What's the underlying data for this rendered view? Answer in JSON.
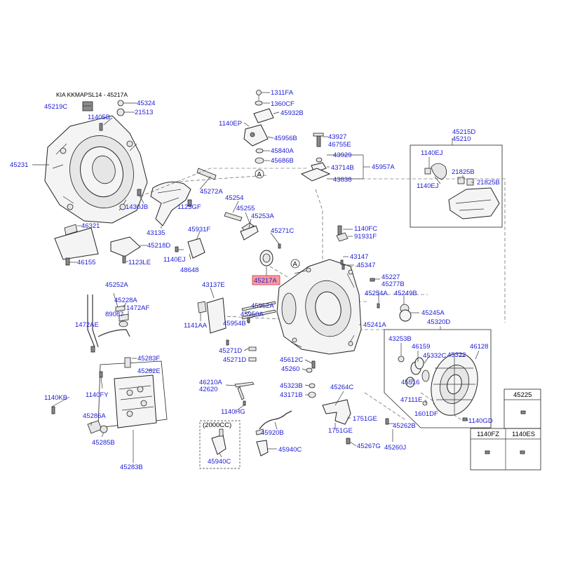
{
  "diagram": {
    "title": "KIA KKMAPSL14 - 45217A",
    "highlight_label": "45217A",
    "labels": {
      "l45324": "45324",
      "l45219C": "45219C",
      "l21513": "21513",
      "l11405B": "11405B",
      "l45231": "45231",
      "l1430JB": "1430JB",
      "l1123GF": "1123GF",
      "l45272A": "45272A",
      "l43135": "43135",
      "l46321": "46321",
      "l45218D": "45218D",
      "l46155": "46155",
      "l1123LE": "1123LE",
      "l1311FA": "1311FA",
      "l1360CF": "1360CF",
      "l45932B": "45932B",
      "l1140EP": "1140EP",
      "l45956B": "45956B",
      "l45840A": "45840A",
      "l45686B": "45686B",
      "l43927": "43927",
      "l46755E": "46755E",
      "l43929": "43929",
      "l43714B": "43714B",
      "l45957A": "45957A",
      "l43838": "43838",
      "l45254": "45254",
      "l45255": "45255",
      "l45253A": "45253A",
      "l45271C": "45271C",
      "l1140FC": "1140FC",
      "l91931F": "91931F",
      "l45931F": "45931F",
      "l1140EJ_a": "1140EJ",
      "l48648": "48648",
      "l43147": "43147",
      "l45347": "45347",
      "l45227": "45227",
      "l45277B": "45277B",
      "l43137E": "43137E",
      "l45254A": "45254A",
      "l45249B": "45249B",
      "l45245A": "45245A",
      "l45252A": "45252A",
      "l45228A": "45228A",
      "l89087": "89087",
      "l1472AF": "1472AF",
      "l1472AE": "1472AE",
      "l1141AA": "1141AA",
      "l45952A": "45952A",
      "l45950A": "45950A",
      "l45954B": "45954B",
      "l45241A": "45241A",
      "l45283F": "45283F",
      "l45282E": "45282E",
      "l45271D_a": "45271D",
      "l45271D_b": "45271D",
      "l45612C": "45612C",
      "l45260": "45260",
      "l1140KB": "1140KB",
      "l1140FY": "1140FY",
      "l46210A": "46210A",
      "l42620": "42620",
      "l45323B": "45323B",
      "l43171B": "43171B",
      "l45264C": "45264C",
      "l45286A": "45286A",
      "l45285B": "45285B",
      "l1140HG": "1140HG",
      "l45920B": "45920B",
      "l1751GE_a": "1751GE",
      "l1751GE_b": "1751GE",
      "l45262B": "45262B",
      "l45940C_a": "45940C",
      "l45940C_b": "45940C",
      "l45267G": "45267G",
      "l45260J": "45260J",
      "l45283B": "45283B",
      "l2000CC": "(2000CC)",
      "l45215D": "45215D",
      "l45210": "45210",
      "l1140EJ_b": "1140EJ",
      "l1140EJ_c": "1140EJ",
      "l21825B_a": "21825B",
      "l21825B_b": "21825B",
      "l45320D": "45320D",
      "l43253B": "43253B",
      "l46159": "46159",
      "l45332C": "45332C",
      "l45322": "45322",
      "l46128": "46128",
      "l45516": "45516",
      "l47111E": "47111E",
      "l1601DF": "1601DF",
      "l1140GD": "1140GD",
      "circleA_1": "A",
      "circleA_2": "A"
    },
    "table": {
      "c1": "45225",
      "c2": "1140FZ",
      "c3": "1140ES"
    }
  }
}
